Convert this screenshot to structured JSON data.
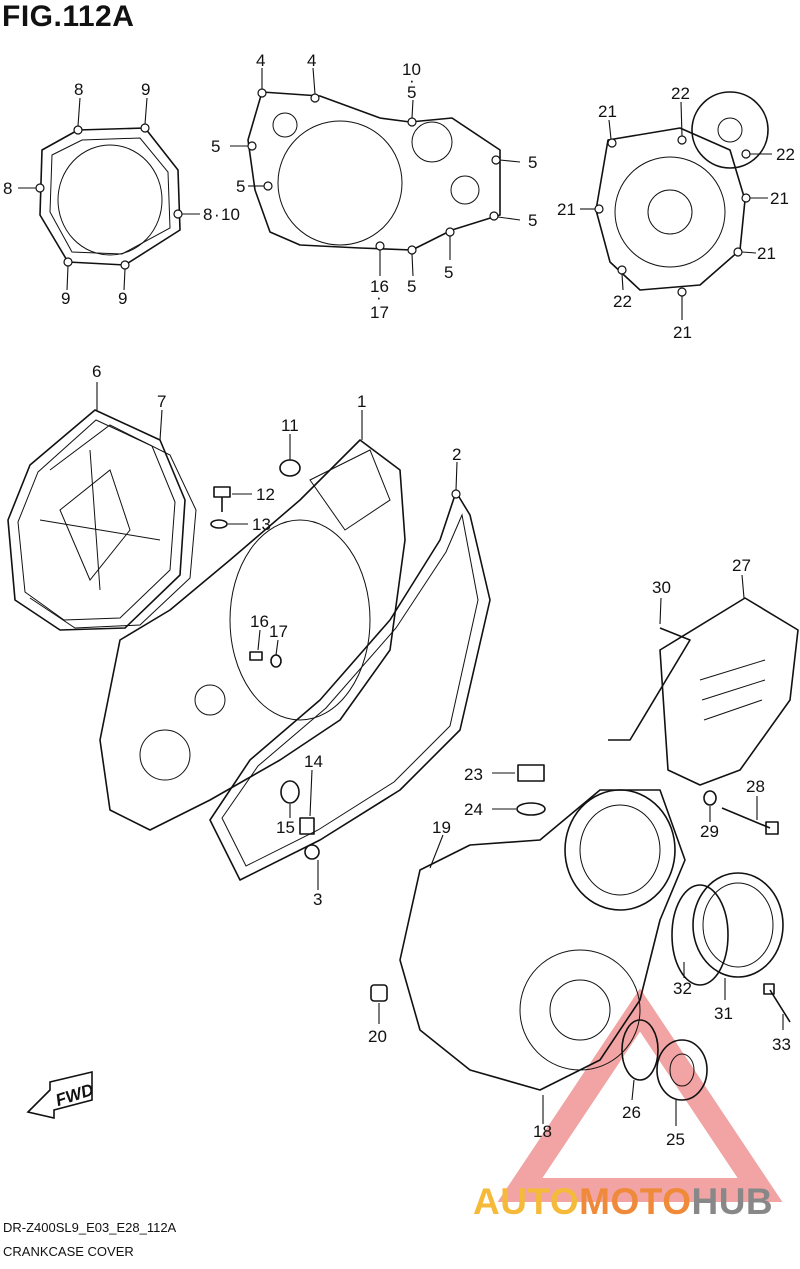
{
  "title": "FIG.112A",
  "drawing_code": "DR-Z400SL9_E03_E28_112A",
  "caption": "CRANKCASE COVER",
  "watermark": {
    "part1": "AUTO",
    "part2": "MOTO",
    "part3": "HUB",
    "color_triangle": "#e85a5a"
  },
  "callouts": {
    "c4a": "4",
    "c4b": "4",
    "c10": "10",
    "c5top": "5",
    "c5l1": "5",
    "c5l2": "5",
    "c5r1": "5",
    "c5r2": "5",
    "c5b1": "5",
    "c5b2": "5",
    "c16t": "16",
    "c17t": "17",
    "c8a": "8",
    "c8b": "8",
    "c8c": "8",
    "c10b": "10",
    "c9a": "9",
    "c9b": "9",
    "c9c": "9",
    "c21a": "21",
    "c21b": "21",
    "c21c": "21",
    "c21d": "21",
    "c21e": "21",
    "c22a": "22",
    "c22b": "22",
    "c22c": "22",
    "c6": "6",
    "c7": "7",
    "c1": "1",
    "c2": "2",
    "c11": "11",
    "c12": "12",
    "c13": "13",
    "c16": "16",
    "c17": "17",
    "c14": "14",
    "c15": "15",
    "c3": "3",
    "c30": "30",
    "c27": "27",
    "c23": "23",
    "c24": "24",
    "c19": "19",
    "c28": "28",
    "c29": "29",
    "c32": "32",
    "c31": "31",
    "c33": "33",
    "c20": "20",
    "c26": "26",
    "c25": "25",
    "c18": "18",
    "fwd": "FWD"
  }
}
